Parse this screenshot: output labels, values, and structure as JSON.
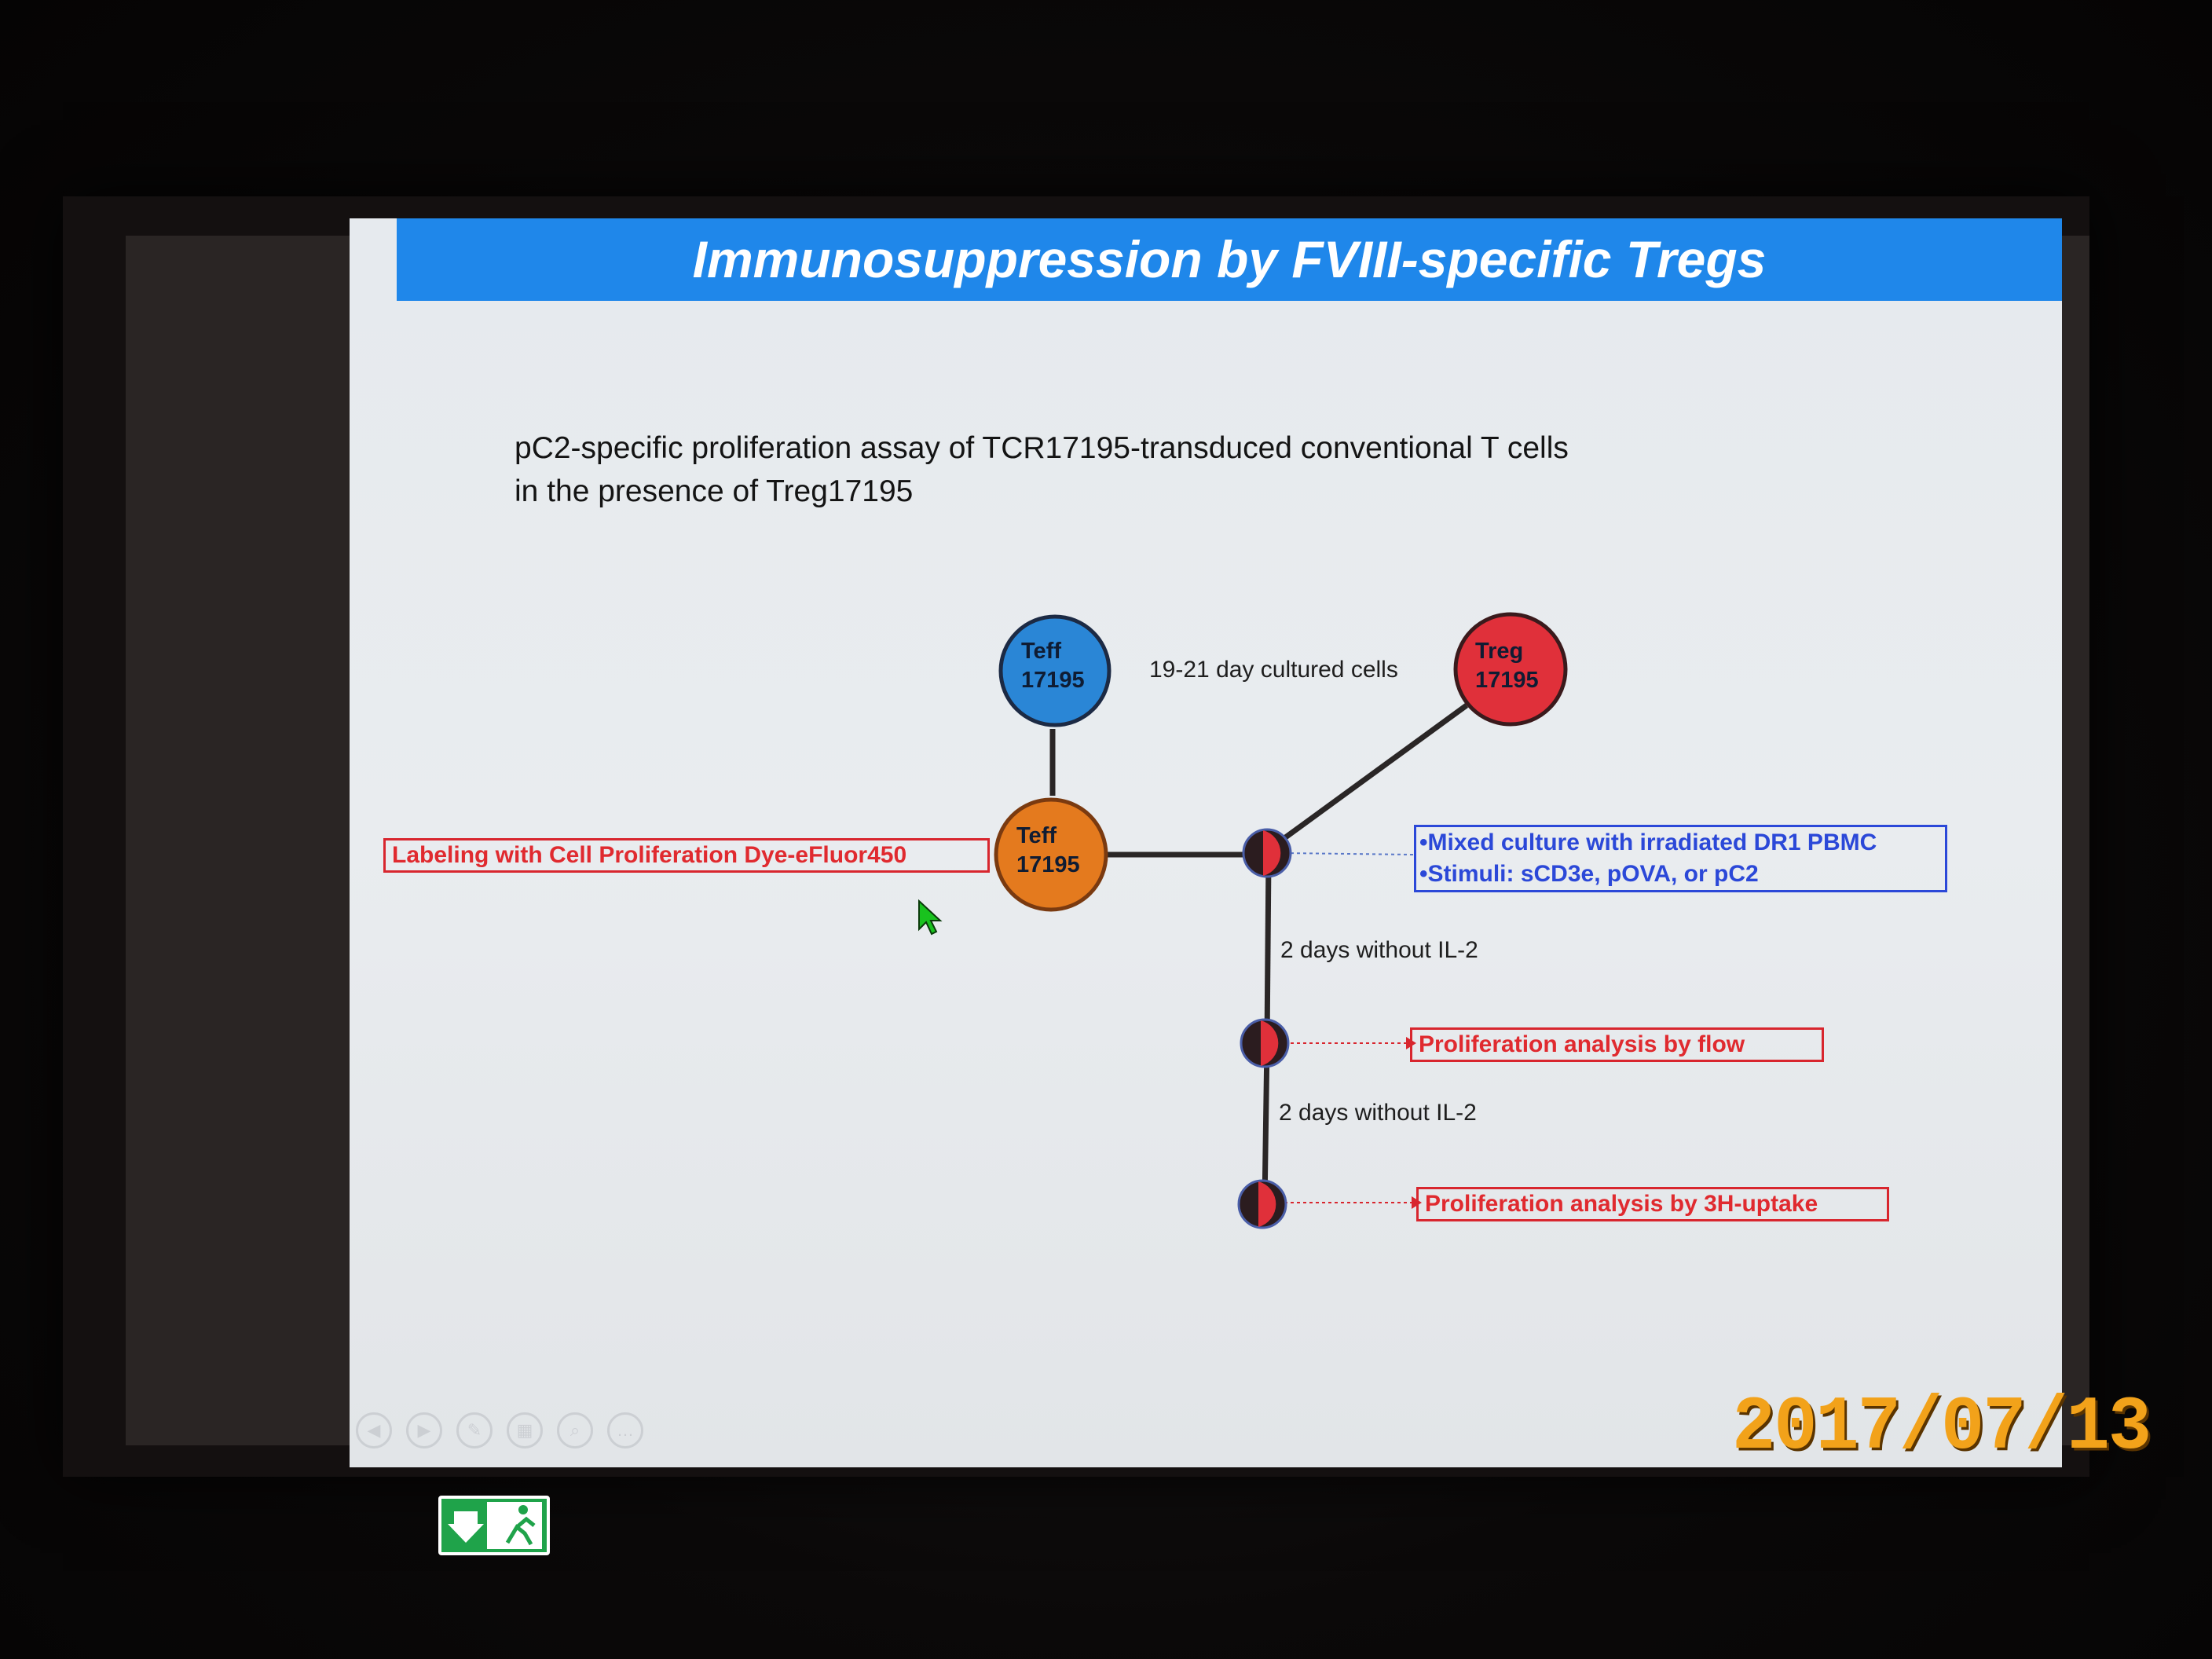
{
  "slide": {
    "title": "Immunosuppression by FVIII-specific Tregs",
    "subtitle_line1": "pC2-specific proliferation assay of TCR17195-transduced conventional T cells",
    "subtitle_line2": "in the presence of Treg17195"
  },
  "diagram": {
    "teff_top": {
      "line1": "Teff",
      "line2": "17195",
      "color": "#2a86d6"
    },
    "treg": {
      "line1": "Treg",
      "line2": "17195",
      "color": "#e0303a"
    },
    "teff_orange": {
      "line1": "Teff",
      "line2": "17195",
      "color": "#e47a1e"
    },
    "cultured_label": "19-21 day cultured cells",
    "labeling_box": "Labeling with Cell Proliferation Dye-eFluor450",
    "culture_box": {
      "line1": "•Mixed culture with irradiated DR1 PBMC",
      "line2": "•Stimuli: sCD3e, pOVA, or pC2"
    },
    "days_label_1": "2 days without IL-2",
    "days_label_2": "2 days without IL-2",
    "flow_box": "Proliferation analysis by flow",
    "uptake_box": "Proliferation analysis by 3H-uptake"
  },
  "overlay": {
    "date_stamp": "2017/07/13"
  },
  "colors": {
    "title_bar": "#1f87ea",
    "red_box": "#d8262e",
    "blue_box": "#2b48d8",
    "date": "#f2a21a"
  }
}
